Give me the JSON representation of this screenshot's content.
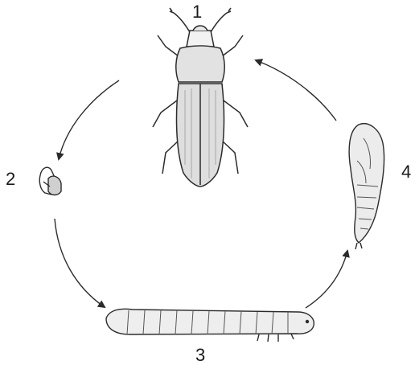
{
  "diagram": {
    "stages": [
      {
        "label": "1",
        "icon": "adult-beetle-icon"
      },
      {
        "label": "2",
        "icon": "egg-icon"
      },
      {
        "label": "3",
        "icon": "larva-icon"
      },
      {
        "label": "4",
        "icon": "pupa-icon"
      }
    ],
    "colors": {
      "ink": "#2b2b2b",
      "shade": "#d8d8d8",
      "background": "#ffffff"
    }
  }
}
